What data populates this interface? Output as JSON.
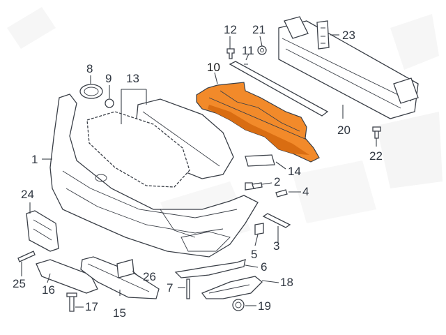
{
  "labels": {
    "l1": "1",
    "l2": "2",
    "l3": "3",
    "l4": "4",
    "l5": "5",
    "l6": "6",
    "l7": "7",
    "l8": "8",
    "l9": "9",
    "l10": "10",
    "l11": "11",
    "l12": "12",
    "l13": "13",
    "l14": "14",
    "l15": "15",
    "l16": "16",
    "l17": "17",
    "l18": "18",
    "l19": "19",
    "l20": "20",
    "l21": "21",
    "l22": "22",
    "l23": "23",
    "l24": "24",
    "l25": "25",
    "l26": "26"
  },
  "colors": {
    "highlight": "#f28a2a",
    "line": "#3a3f47",
    "watermark": "#ececec"
  }
}
